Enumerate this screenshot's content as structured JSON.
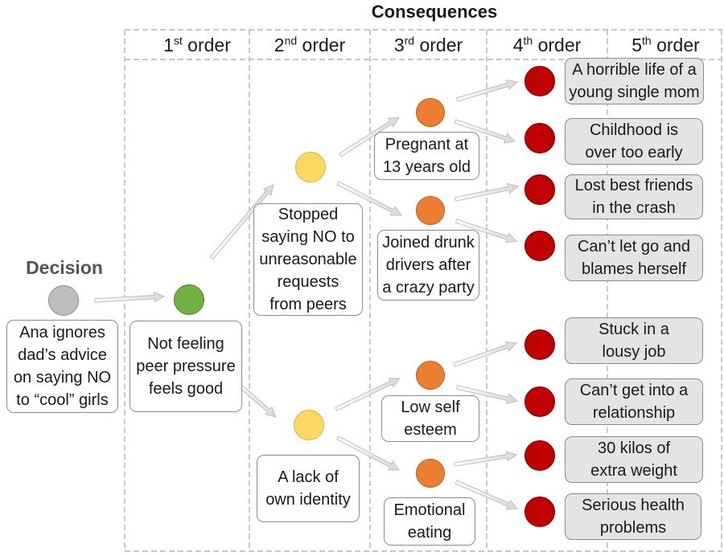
{
  "title": "Consequences",
  "decision_label": "Decision",
  "columns": [
    {
      "ord": "1",
      "sup": "st",
      "label": "order"
    },
    {
      "ord": "2",
      "sup": "nd",
      "label": "order"
    },
    {
      "ord": "3",
      "sup": "rd",
      "label": "order"
    },
    {
      "ord": "4",
      "sup": "th",
      "label": "order"
    },
    {
      "ord": "5",
      "sup": "th",
      "label": "order"
    }
  ],
  "decision": {
    "lines": [
      "Ana ignores",
      "dad’s advice",
      "on saying NO",
      "to “cool” girls"
    ]
  },
  "first_order": {
    "lines": [
      "Not feeling",
      "peer pressure",
      "feels good"
    ]
  },
  "second_order": [
    {
      "lines": [
        "Stopped",
        "saying NO to",
        "unreasonable",
        "requests",
        "from peers"
      ]
    },
    {
      "lines": [
        "A lack of",
        "own identity"
      ]
    }
  ],
  "third_order": [
    {
      "lines": [
        "Pregnant at",
        "13 years old"
      ]
    },
    {
      "lines": [
        "Joined drunk",
        "drivers after",
        "a crazy party"
      ]
    },
    {
      "lines": [
        "Low self",
        "esteem"
      ]
    },
    {
      "lines": [
        "Emotional",
        "eating"
      ]
    }
  ],
  "fifth_order": [
    {
      "lines": [
        "A horrible life of a",
        "young single mom"
      ]
    },
    {
      "lines": [
        "Childhood is",
        "over too early"
      ]
    },
    {
      "lines": [
        "Lost best friends",
        "in the crash"
      ]
    },
    {
      "lines": [
        "Can’t let go and",
        "blames herself"
      ]
    },
    {
      "lines": [
        "Stuck in a",
        "lousy job"
      ]
    },
    {
      "lines": [
        "Can’t get into a",
        "relationship"
      ]
    },
    {
      "lines": [
        "30 kilos of",
        "extra weight"
      ]
    },
    {
      "lines": [
        "Serious health",
        "problems"
      ]
    }
  ]
}
